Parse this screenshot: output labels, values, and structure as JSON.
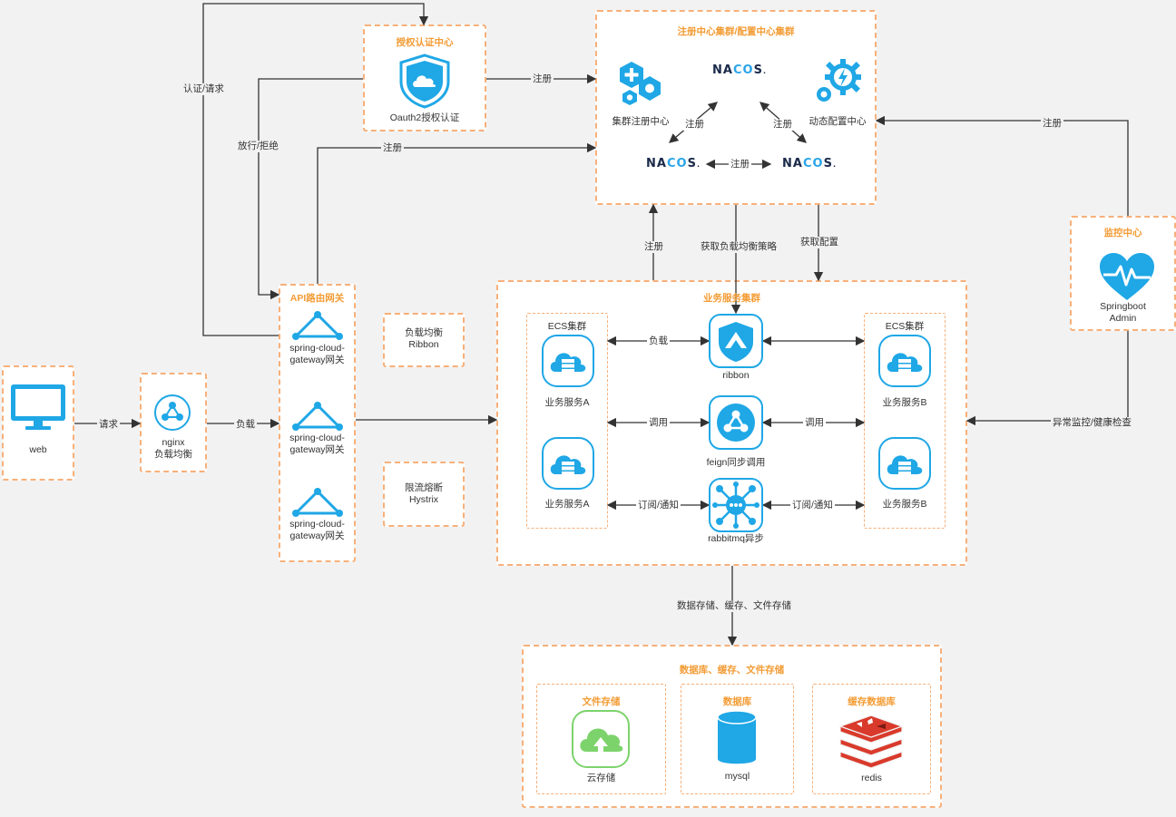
{
  "colors": {
    "accent": "#f39c35",
    "border": "#f7b07a",
    "icon": "#1fa7e6",
    "line": "#333333",
    "green": "#7dd36b",
    "red": "#d93a2b"
  },
  "web": {
    "label": "web"
  },
  "nginx": {
    "line1": "nginx",
    "line2": "负载均衡"
  },
  "gateway": {
    "title": "API路由网关",
    "nodes": [
      {
        "line1": "spring-cloud-",
        "line2": "gateway网关"
      },
      {
        "line1": "spring-cloud-",
        "line2": "gateway网关"
      },
      {
        "line1": "spring-cloud-",
        "line2": "gateway网关"
      }
    ]
  },
  "ribbon_lb": {
    "line1": "负载均衡",
    "line2": "Ribbon"
  },
  "hystrix": {
    "line1": "限流熔断",
    "line2": "Hystrix"
  },
  "auth": {
    "title": "授权认证中心",
    "label": "Oauth2授权认证"
  },
  "registry": {
    "title": "注册中心集群/配置中心集群",
    "nacos_prefix": "NA",
    "nacos_o1": "C",
    "nacos_o2": "O",
    "nacos_suffix": "S",
    "nacos_mark": ".",
    "cluster_label": "集群注册中心",
    "config_label": "动态配置中心"
  },
  "monitor": {
    "title": "监控中心",
    "line1": "Springboot",
    "line2": "Admin"
  },
  "business": {
    "title": "业务服务集群",
    "ecs_left": "ECS集群",
    "ecs_right": "ECS集群",
    "svc_a1": "业务服务A",
    "svc_a2": "业务服务A",
    "svc_b1": "业务服务B",
    "svc_b2": "业务服务B",
    "ribbon": "ribbon",
    "feign": "feign同步调用",
    "rabbitmq": "rabbitmq异步"
  },
  "storage": {
    "title": "数据库、缓存、文件存储",
    "file_title": "文件存储",
    "file_label": "云存储",
    "db_title": "数据库",
    "db_label": "mysql",
    "cache_title": "缓存数据库",
    "cache_label": "redis"
  },
  "edges": {
    "request": "请求",
    "load": "负载",
    "auth_request": "认证/请求",
    "allow_deny": "放行/拒绝",
    "register_auth": "注册",
    "register_gateway": "注册",
    "register_left": "注册",
    "register_right": "注册",
    "register_bottom": "注册",
    "register_monitor": "注册",
    "register_business": "注册",
    "get_lb": "获取负载均衡策略",
    "get_config": "获取配置",
    "ribbon_load": "负载",
    "call_left": "调用",
    "call_right": "调用",
    "sub_left": "订阅/通知",
    "sub_right": "订阅/通知",
    "health": "异常监控/健康检查",
    "storage": "数据存储、缓存、文件存储"
  }
}
